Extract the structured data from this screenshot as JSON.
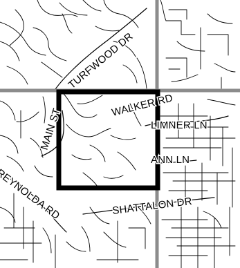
{
  "map": {
    "colors": {
      "background": "#ffffff",
      "streets": "#000000",
      "grid": "#8c8c8c",
      "boundary": "#000000"
    },
    "grid": {
      "vertical_line": true,
      "horizontal_line": true
    },
    "boundary_box": true,
    "labels": {
      "turfwood": "TURFWOOD DR",
      "main": "MAIN ST",
      "walker": "WALKER RD",
      "limner": "LIMNER LN",
      "ann": "ANN LN",
      "shattalon": "SHATTALON DR",
      "reynolda": "REYNOLDA RD"
    }
  }
}
